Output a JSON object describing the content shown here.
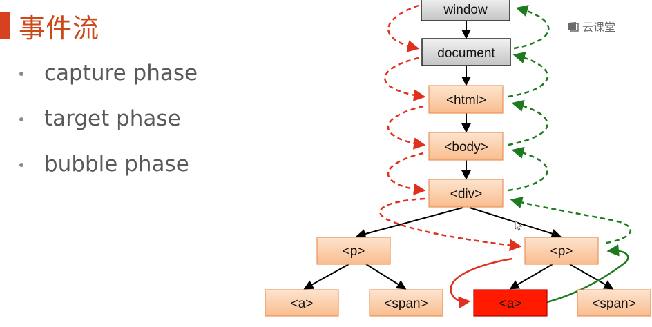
{
  "slide": {
    "title": "事件流",
    "bullets": [
      "capture phase",
      "target phase",
      "bubble phase"
    ]
  },
  "watermark": {
    "text": "云课堂",
    "icon": "book-icon"
  },
  "colors": {
    "title": "#cc4a1a",
    "accent_bar": "#d7411f",
    "capture_arrow": "#e0301e",
    "bubble_arrow": "#1e7a1e",
    "node_gray": "#d0d0d0",
    "node_peach": "#fbcaa3",
    "target_node": "#ff1a00"
  },
  "nodes": [
    {
      "id": "window",
      "label": "window",
      "style": "gray"
    },
    {
      "id": "document",
      "label": "document",
      "style": "gray"
    },
    {
      "id": "html",
      "label": "<html>",
      "style": "peach"
    },
    {
      "id": "body",
      "label": "<body>",
      "style": "peach"
    },
    {
      "id": "div",
      "label": "<div>",
      "style": "peach"
    },
    {
      "id": "p1",
      "label": "<p>",
      "style": "peach"
    },
    {
      "id": "p2",
      "label": "<p>",
      "style": "peach"
    },
    {
      "id": "a1",
      "label": "<a>",
      "style": "peach"
    },
    {
      "id": "span1",
      "label": "<span>",
      "style": "peach"
    },
    {
      "id": "a2",
      "label": "<a>",
      "style": "target"
    },
    {
      "id": "span2",
      "label": "<span>",
      "style": "peach"
    }
  ]
}
